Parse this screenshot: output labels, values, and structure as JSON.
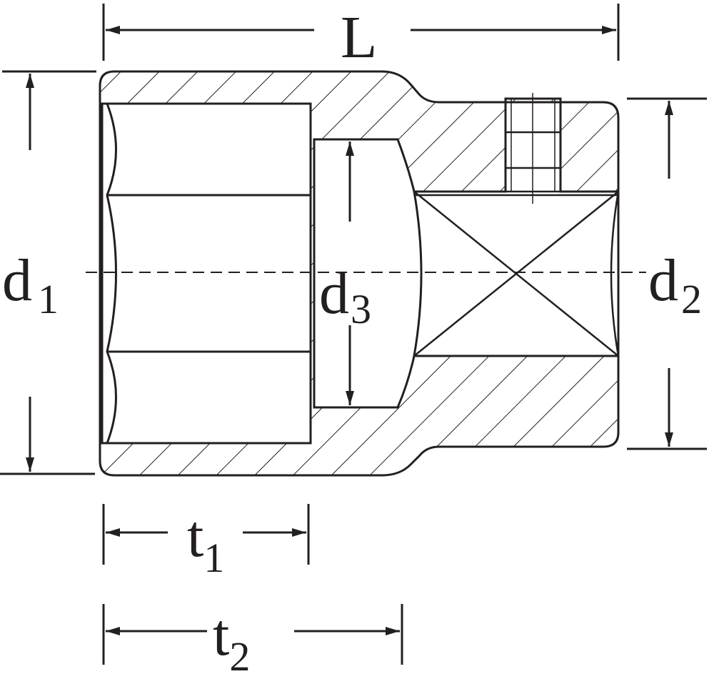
{
  "diagram": {
    "title": "Socket dimension drawing",
    "labels": {
      "length": "L",
      "d1_main": "d",
      "d1_sub": "1",
      "d2_main": "d",
      "d2_sub": "2",
      "d3_main": "d",
      "d3_sub": "3",
      "t1_main": "t",
      "t1_sub": "1",
      "t2_main": "t",
      "t2_sub": "2"
    },
    "colors": {
      "line": "#231f20",
      "background": "#ffffff"
    }
  }
}
